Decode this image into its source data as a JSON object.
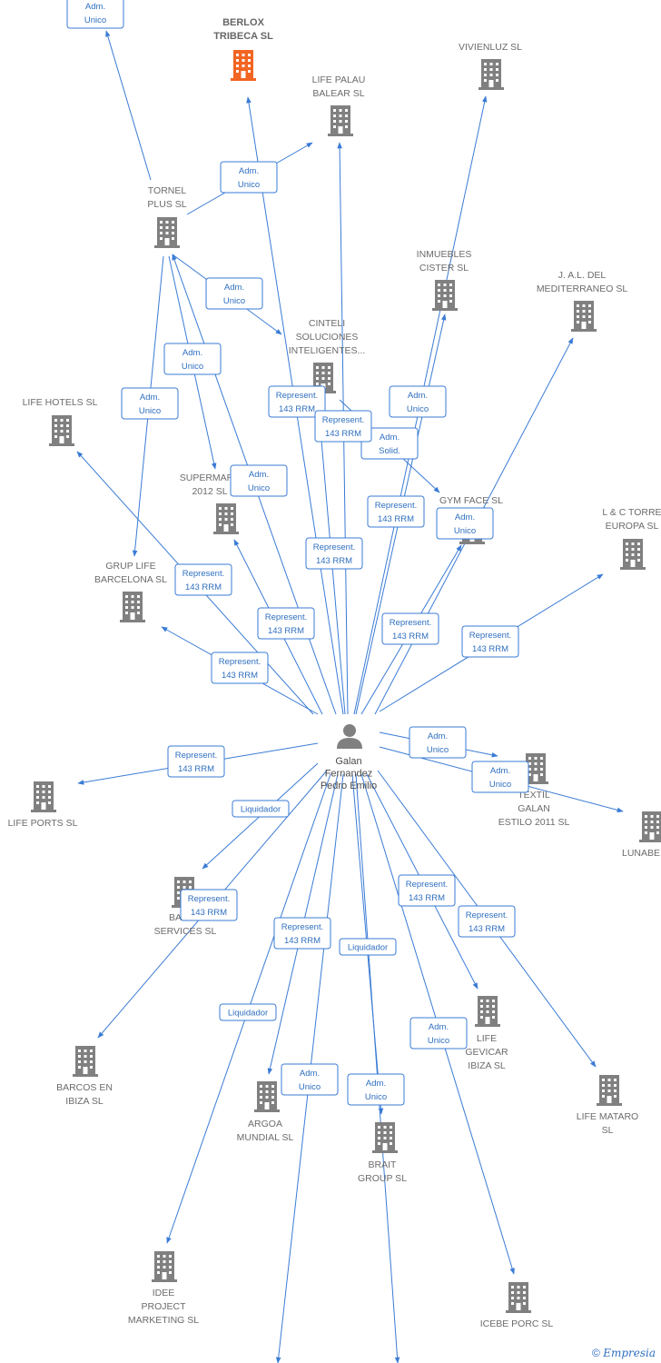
{
  "person": {
    "id": "galan",
    "lines": [
      "Galan",
      "Fernandez",
      "Pedro Emilio"
    ]
  },
  "colors": {
    "edge": "#3a7bd5",
    "node": "#808080",
    "highlight": "#f26522",
    "label_text": "#2f6fbf"
  },
  "companies": [
    {
      "id": "berlox",
      "lines": [
        "BERLOX",
        "TRIBECA  SL"
      ],
      "highlight": true
    },
    {
      "id": "vivienluz",
      "lines": [
        "VIVIENLUZ SL"
      ]
    },
    {
      "id": "lifepalau",
      "lines": [
        "LIFE PALAU",
        "BALEAR  SL"
      ]
    },
    {
      "id": "tornel",
      "lines": [
        "TORNEL",
        "PLUS SL"
      ]
    },
    {
      "id": "inmuebles",
      "lines": [
        "INMUEBLES",
        "CISTER  SL"
      ]
    },
    {
      "id": "jal",
      "lines": [
        "J. A.L. DEL",
        "MEDITERRANEO SL"
      ]
    },
    {
      "id": "cinteli",
      "lines": [
        "CINTELI",
        "SOLUCIONES",
        "INTELIGENTES..."
      ]
    },
    {
      "id": "lifehotels",
      "lines": [
        "LIFE HOTELS SL"
      ]
    },
    {
      "id": "supermare",
      "lines": [
        "SUPERMARE",
        "2012  SL"
      ]
    },
    {
      "id": "gymface",
      "lines": [
        "GYM FACE  SL"
      ]
    },
    {
      "id": "lctorre",
      "lines": [
        "L & C TORRE",
        "EUROPA SL"
      ]
    },
    {
      "id": "gruplife",
      "lines": [
        "GRUP LIFE",
        "BARCELONA SL"
      ]
    },
    {
      "id": "lifeports",
      "lines": [
        "LIFE PORTS SL"
      ]
    },
    {
      "id": "textil",
      "lines": [
        "TEXTIL",
        "GALAN",
        "ESTILO 2011 SL"
      ]
    },
    {
      "id": "lunabe",
      "lines": [
        "LUNABE"
      ]
    },
    {
      "id": "baltic",
      "lines": [
        "BALTIC",
        "SERVICES SL"
      ]
    },
    {
      "id": "barcos",
      "lines": [
        "BARCOS EN",
        "IBIZA SL"
      ]
    },
    {
      "id": "argoa",
      "lines": [
        "ARGOA",
        "MUNDIAL SL"
      ]
    },
    {
      "id": "brait",
      "lines": [
        "BRAIT",
        "GROUP SL"
      ]
    },
    {
      "id": "lifegevicar",
      "lines": [
        "LIFE",
        "GEVICAR",
        "IBIZA  SL"
      ]
    },
    {
      "id": "lifemataro",
      "lines": [
        "LIFE MATARO",
        "SL"
      ]
    },
    {
      "id": "idee",
      "lines": [
        "IDEE",
        "PROJECT",
        "MARKETING SL"
      ]
    },
    {
      "id": "icebe",
      "lines": [
        "ICEBE PORC SL"
      ]
    }
  ],
  "edges": [
    {
      "from": "tornel",
      "to": "topleft",
      "label": [
        "Adm.",
        "Unico"
      ]
    },
    {
      "from": "tornel",
      "to": "lifepalau",
      "label": [
        "Adm.",
        "Unico"
      ]
    },
    {
      "from": "tornel",
      "to": "cinteli",
      "label": [
        "Adm.",
        "Unico"
      ]
    },
    {
      "from": "tornel",
      "to": "supermare",
      "label": [
        "Adm.",
        "Unico"
      ]
    },
    {
      "from": "tornel",
      "to": "gruplife",
      "label": [
        "Adm.",
        "Unico"
      ]
    },
    {
      "from": "galan",
      "to": "tornel",
      "label": [
        "Adm.",
        "Unico"
      ]
    },
    {
      "from": "galan",
      "to": "berlox",
      "label": [
        "Represent.",
        "143 RRM"
      ]
    },
    {
      "from": "galan",
      "to": "lifepalau",
      "label": [
        "Represent.",
        "143 RRM"
      ]
    },
    {
      "from": "galan",
      "to": "vivienluz",
      "label": [
        "Adm.",
        "Unico"
      ]
    },
    {
      "from": "galan",
      "to": "inmuebles",
      "label": [
        "Represent.",
        "143 RRM"
      ]
    },
    {
      "from": "cinteli",
      "to": "gymface",
      "label": [
        "Adm.",
        "Solid."
      ]
    },
    {
      "from": "galan",
      "to": "gymface",
      "label": [
        "Adm.",
        "Unico"
      ]
    },
    {
      "from": "galan",
      "to": "jal",
      "label": [
        "Represent.",
        "143 RRM"
      ]
    },
    {
      "from": "galan",
      "to": "lifehotels",
      "label": [
        "Represent.",
        "143 RRM"
      ]
    },
    {
      "from": "galan",
      "to": "supermare",
      "label": [
        "Represent.",
        "143 RRM"
      ]
    },
    {
      "from": "galan",
      "to": "lctorre",
      "label": [
        "Represent.",
        "143 RRM"
      ]
    },
    {
      "from": "galan",
      "to": "gruplife",
      "label": [
        "Represent.",
        "143 RRM"
      ]
    },
    {
      "from": "galan",
      "to": "lifeports",
      "label": [
        "Represent.",
        "143 RRM"
      ]
    },
    {
      "from": "galan",
      "to": "textil",
      "label": [
        "Adm.",
        "Unico"
      ]
    },
    {
      "from": "galan",
      "to": "lunabe",
      "label": [
        "Adm.",
        "Unico"
      ]
    },
    {
      "from": "galan",
      "to": "baltic",
      "label": [
        "Liquidador"
      ]
    },
    {
      "from": "galan",
      "to": "barcos",
      "label": [
        "Represent.",
        "143 RRM"
      ]
    },
    {
      "from": "galan",
      "to": "argoa",
      "label": [
        "Represent.",
        "143 RRM"
      ]
    },
    {
      "from": "galan",
      "to": "brait",
      "label": [
        "Liquidador"
      ]
    },
    {
      "from": "galan",
      "to": "lifegevicar",
      "label": [
        "Represent.",
        "143 RRM"
      ]
    },
    {
      "from": "galan",
      "to": "lifemataro",
      "label": [
        "Represent.",
        "143 RRM"
      ]
    },
    {
      "from": "galan",
      "to": "idee",
      "label": [
        "Liquidador"
      ]
    },
    {
      "from": "galan",
      "to": "bottom1",
      "label": [
        "Adm.",
        "Unico"
      ]
    },
    {
      "from": "galan",
      "to": "bottom2",
      "label": [
        "Adm.",
        "Unico"
      ]
    },
    {
      "from": "galan",
      "to": "icebe",
      "label": [
        "Adm.",
        "Unico"
      ]
    },
    {
      "from": "galan",
      "to": "cinteli",
      "label": [
        "Represent.",
        "143 RRM"
      ]
    }
  ],
  "copyright": {
    "symbol": "©",
    "brand": "Empresia"
  }
}
